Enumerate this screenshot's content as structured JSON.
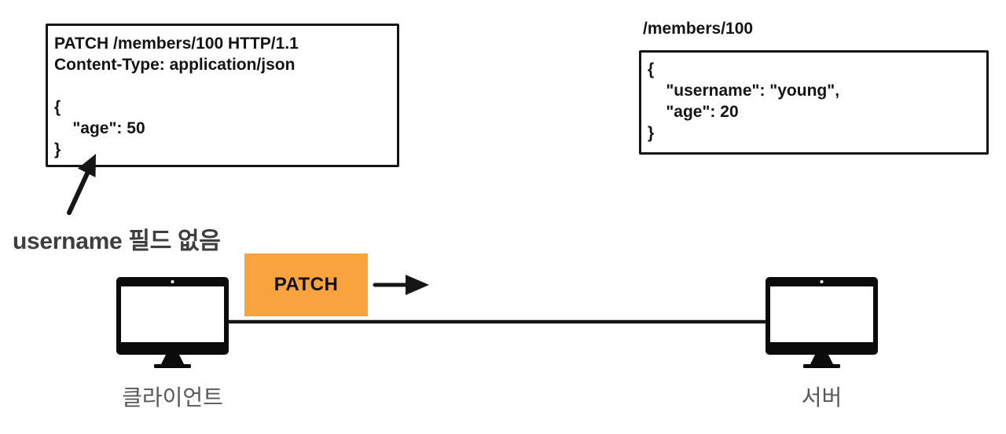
{
  "colors": {
    "accent_orange": "#F8A33E",
    "ink": "#141414",
    "device_label_gray": "#575757",
    "annotation_gray": "#3E3E3E"
  },
  "request_box": {
    "code": "PATCH /members/100 HTTP/1.1\nContent-Type: application/json\n\n{\n    \"age\": 50\n}"
  },
  "resource_box": {
    "path_label": "/members/100",
    "code": "{\n    \"username\": \"young\",\n    \"age\": 20\n}"
  },
  "annotation": {
    "text": "username 필드 없음"
  },
  "patch_badge": {
    "label": "PATCH"
  },
  "client": {
    "label": "클라이언트"
  },
  "server": {
    "label": "서버"
  }
}
